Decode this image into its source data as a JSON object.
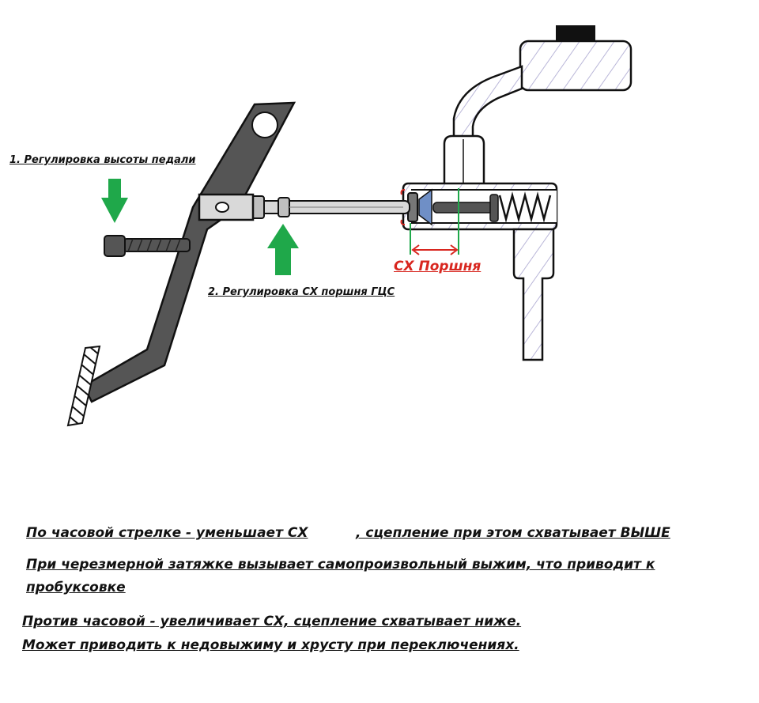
{
  "labels": {
    "pedal_height": "1. Регулировка высоты педали",
    "piston_travel": "2. Регулировка СХ поршня ГЦС",
    "piston_free_travel": "СХ Поршня"
  },
  "notes": {
    "cw_part1": "По часовой стрелке - уменьшает СХ",
    "cw_part2": ", сцепление при этом схватывает ВЫШЕ",
    "over_line1": "При черезмерной затяжке вызывает самопроизвольный выжим, что приводит к",
    "over_line2": "пробуксовке",
    "ccw_line1": "Против часовой - увеличивает СХ, сцепление схватывает ниже.",
    "ccw_line2": "Может приводить к недовыжиму и хрусту при переключениях."
  },
  "colors": {
    "pedal": "#555555",
    "arrow": "#1fa84a",
    "measure": "#d8261f",
    "guide": "#1fa84a",
    "piston": "#6f8fc6",
    "hatch": "#b9b6d8"
  }
}
